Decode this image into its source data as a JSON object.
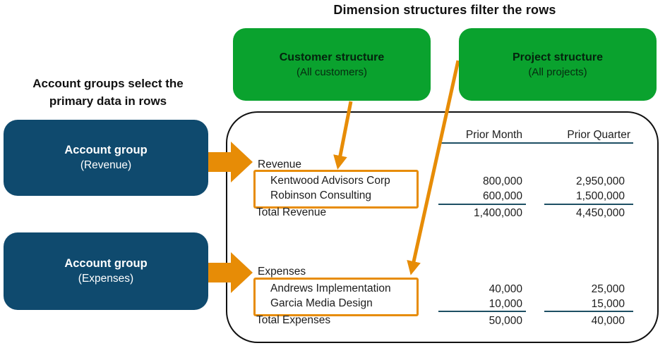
{
  "title": "Dimension structures filter the rows",
  "left_caption": {
    "line1": "Account groups select the",
    "line2": "primary data in rows"
  },
  "dimension_boxes": [
    {
      "title": "Customer structure",
      "subtitle": "(All customers)"
    },
    {
      "title": "Project structure",
      "subtitle": "(All projects)"
    }
  ],
  "account_boxes": [
    {
      "title": "Account group",
      "subtitle": "(Revenue)"
    },
    {
      "title": "Account group",
      "subtitle": "(Expenses)"
    }
  ],
  "report": {
    "columns": [
      "Prior Month",
      "Prior Quarter"
    ],
    "sections": [
      {
        "label": "Revenue",
        "rows": [
          {
            "name": "Kentwood Advisors Corp",
            "prior_month": "800,000",
            "prior_quarter": "2,950,000"
          },
          {
            "name": "Robinson Consulting",
            "prior_month": "600,000",
            "prior_quarter": "1,500,000"
          }
        ],
        "total": {
          "name": "Total Revenue",
          "prior_month": "1,400,000",
          "prior_quarter": "4,450,000"
        }
      },
      {
        "label": "Expenses",
        "rows": [
          {
            "name": "Andrews Implementation",
            "prior_month": "40,000",
            "prior_quarter": "25,000"
          },
          {
            "name": "Garcia Media Design",
            "prior_month": "10,000",
            "prior_quarter": "15,000"
          }
        ],
        "total": {
          "name": "Total Expenses",
          "prior_month": "50,000",
          "prior_quarter": "40,000"
        }
      }
    ]
  },
  "colors": {
    "green": "#0aa22e",
    "navy-box": "#0f4a6e",
    "orange": "#e78c06",
    "rule": "#1d4f63",
    "ink": "#111111"
  }
}
